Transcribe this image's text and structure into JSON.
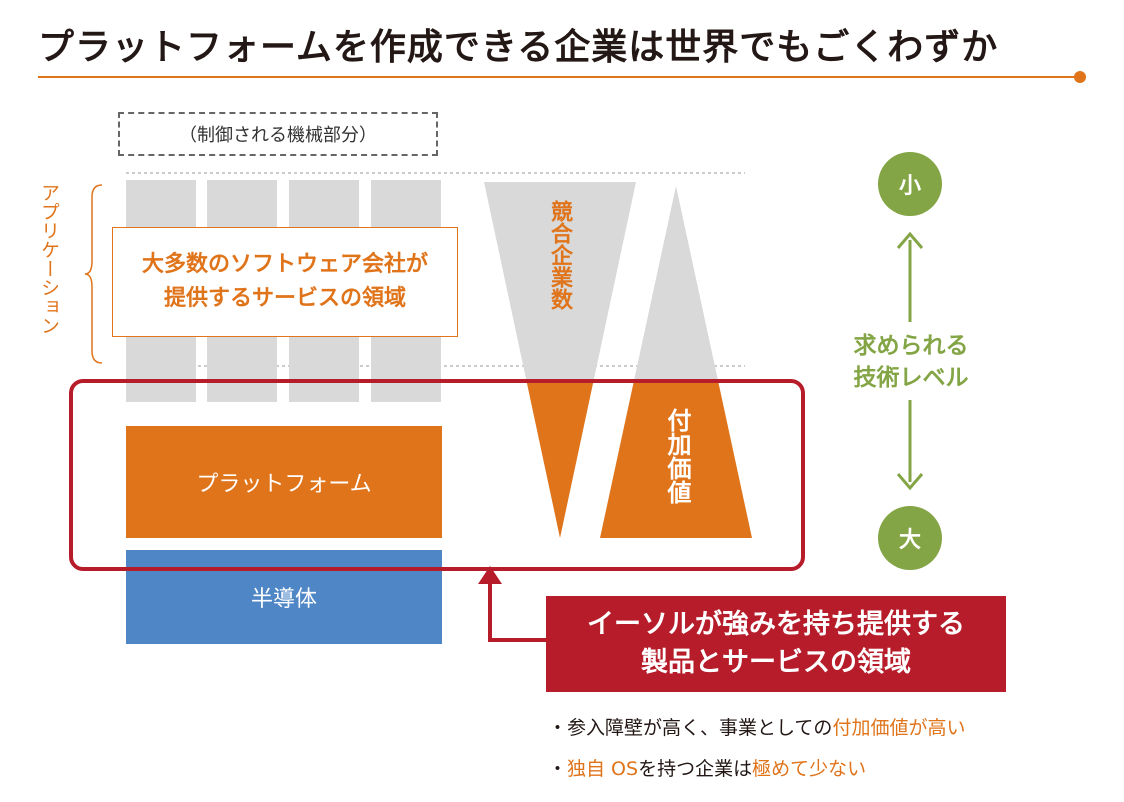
{
  "title": "プラットフォームを作成できる企業は世界でもごくわずか",
  "controlled_part_label": "（制御される機械部分）",
  "application_label": "アプリケーション",
  "software_domain": {
    "line1": "大多数のソフトウェア会社が",
    "line2": "提供するサービスの領域"
  },
  "platform_label": "プラットフォーム",
  "semiconductor_label": "半導体",
  "competitors_label": "競合企業数",
  "added_value_label": "付加価値",
  "callout": {
    "line1": "イーソルが強みを持ち提供する",
    "line2": "製品とサービスの領域"
  },
  "tech_level": {
    "small": "小",
    "large": "大",
    "label_line1": "求められる",
    "label_line2": "技術レベル"
  },
  "bullets": [
    {
      "prefix": "・参入障壁が高く、事業としての",
      "highlight": "付加価値が高い",
      "suffix": ""
    },
    {
      "prefix": "・",
      "highlight": "独自 OS",
      "suffix": "を持つ企業は",
      "highlight2": "極めて少ない"
    }
  ],
  "colors": {
    "accent_orange": "#e0741b",
    "gray_block": "#d9d9d9",
    "semiconductor_blue": "#4f86c6",
    "frame_red": "#b71c2a",
    "tech_green": "#84a545"
  }
}
